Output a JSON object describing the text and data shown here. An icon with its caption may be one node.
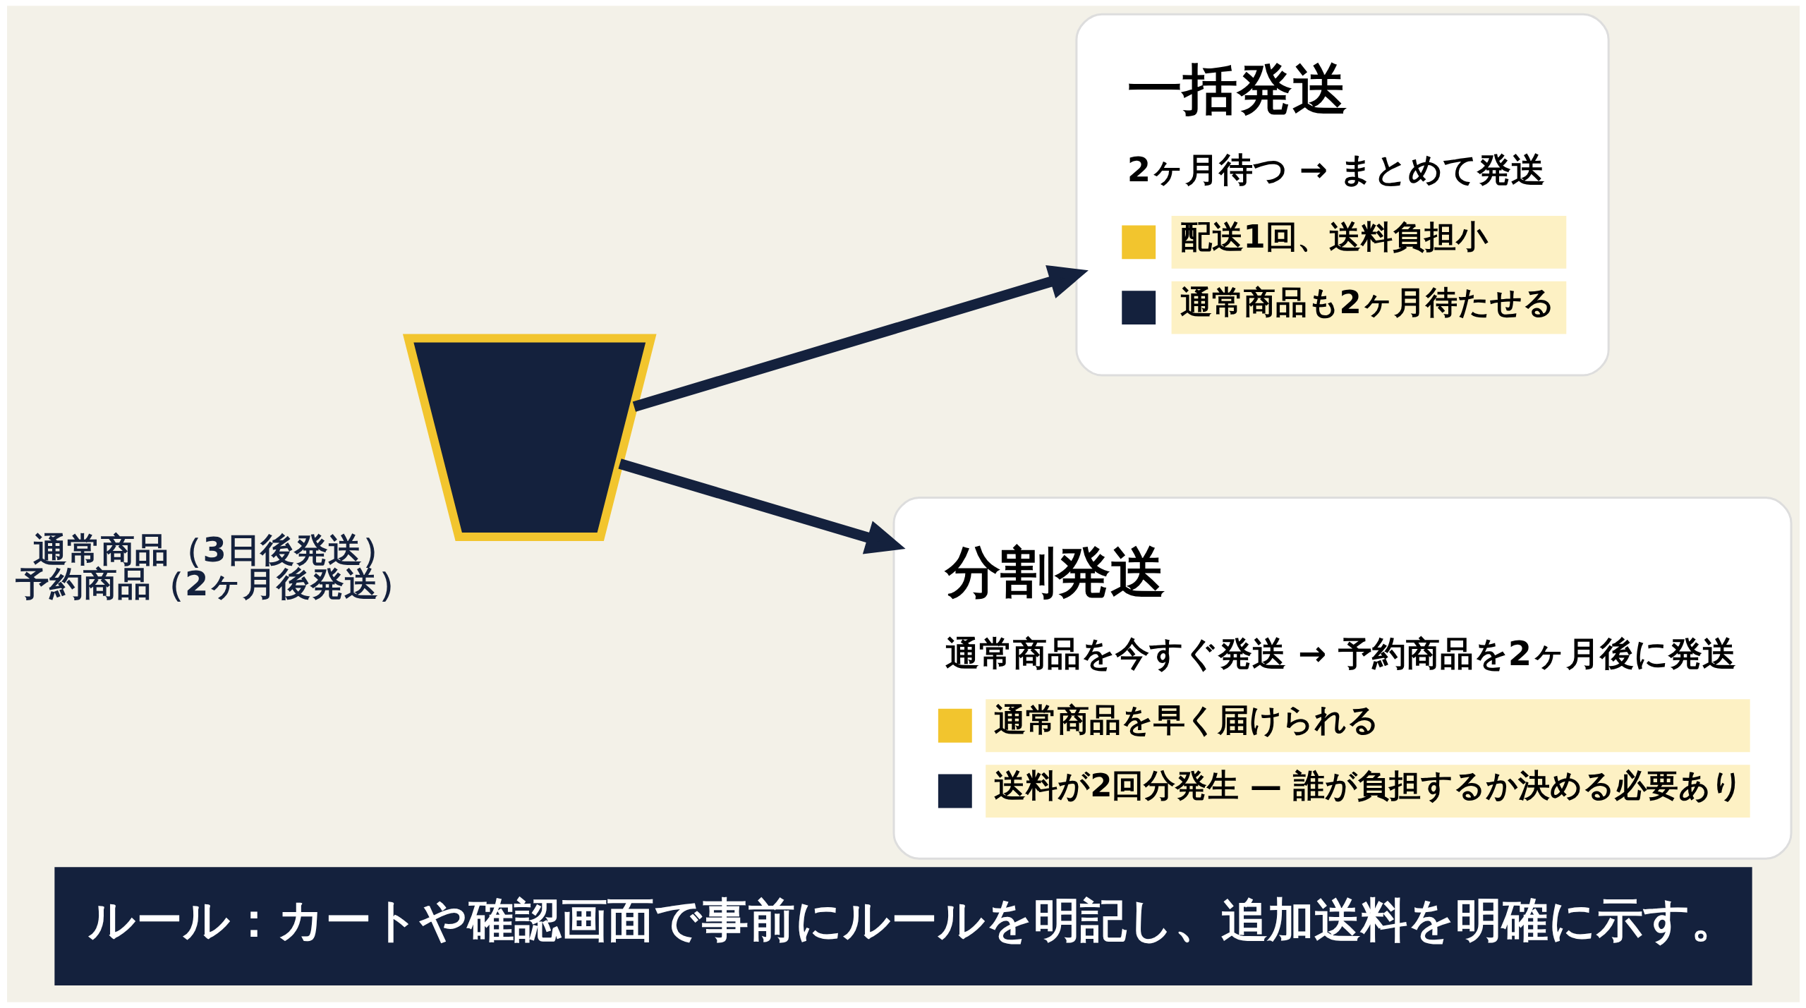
{
  "diagram": {
    "caption": "ルール：カートや確認画面で事前にルールを明記し、追加送料を明確に示す。",
    "nodes": [
      {
        "text": [],
        "shape": "cart",
        "beside": [
          "通常商品（3日後発送）",
          "予約商品（2ヶ月後発送）"
        ]
      },
      {
        "text": [
          "一括発送",
          "2ヶ月待つ → まとめて発送",
          "配送1回、送料負担小",
          "通常商品も2ヶ月待たせる"
        ]
      },
      {
        "text": [
          "分割発送",
          "通常商品を今すぐ発送 → 予約商品を2ヶ月後に発送",
          "通常商品を早く届けられる",
          "送料が2回分発生 — 誰が負担するか決める必要あり"
        ]
      }
    ],
    "edges": [
      {
        "from": 0,
        "to": 1,
        "arrow": "to"
      },
      {
        "from": 0,
        "to": 2,
        "arrow": "to"
      }
    ]
  }
}
